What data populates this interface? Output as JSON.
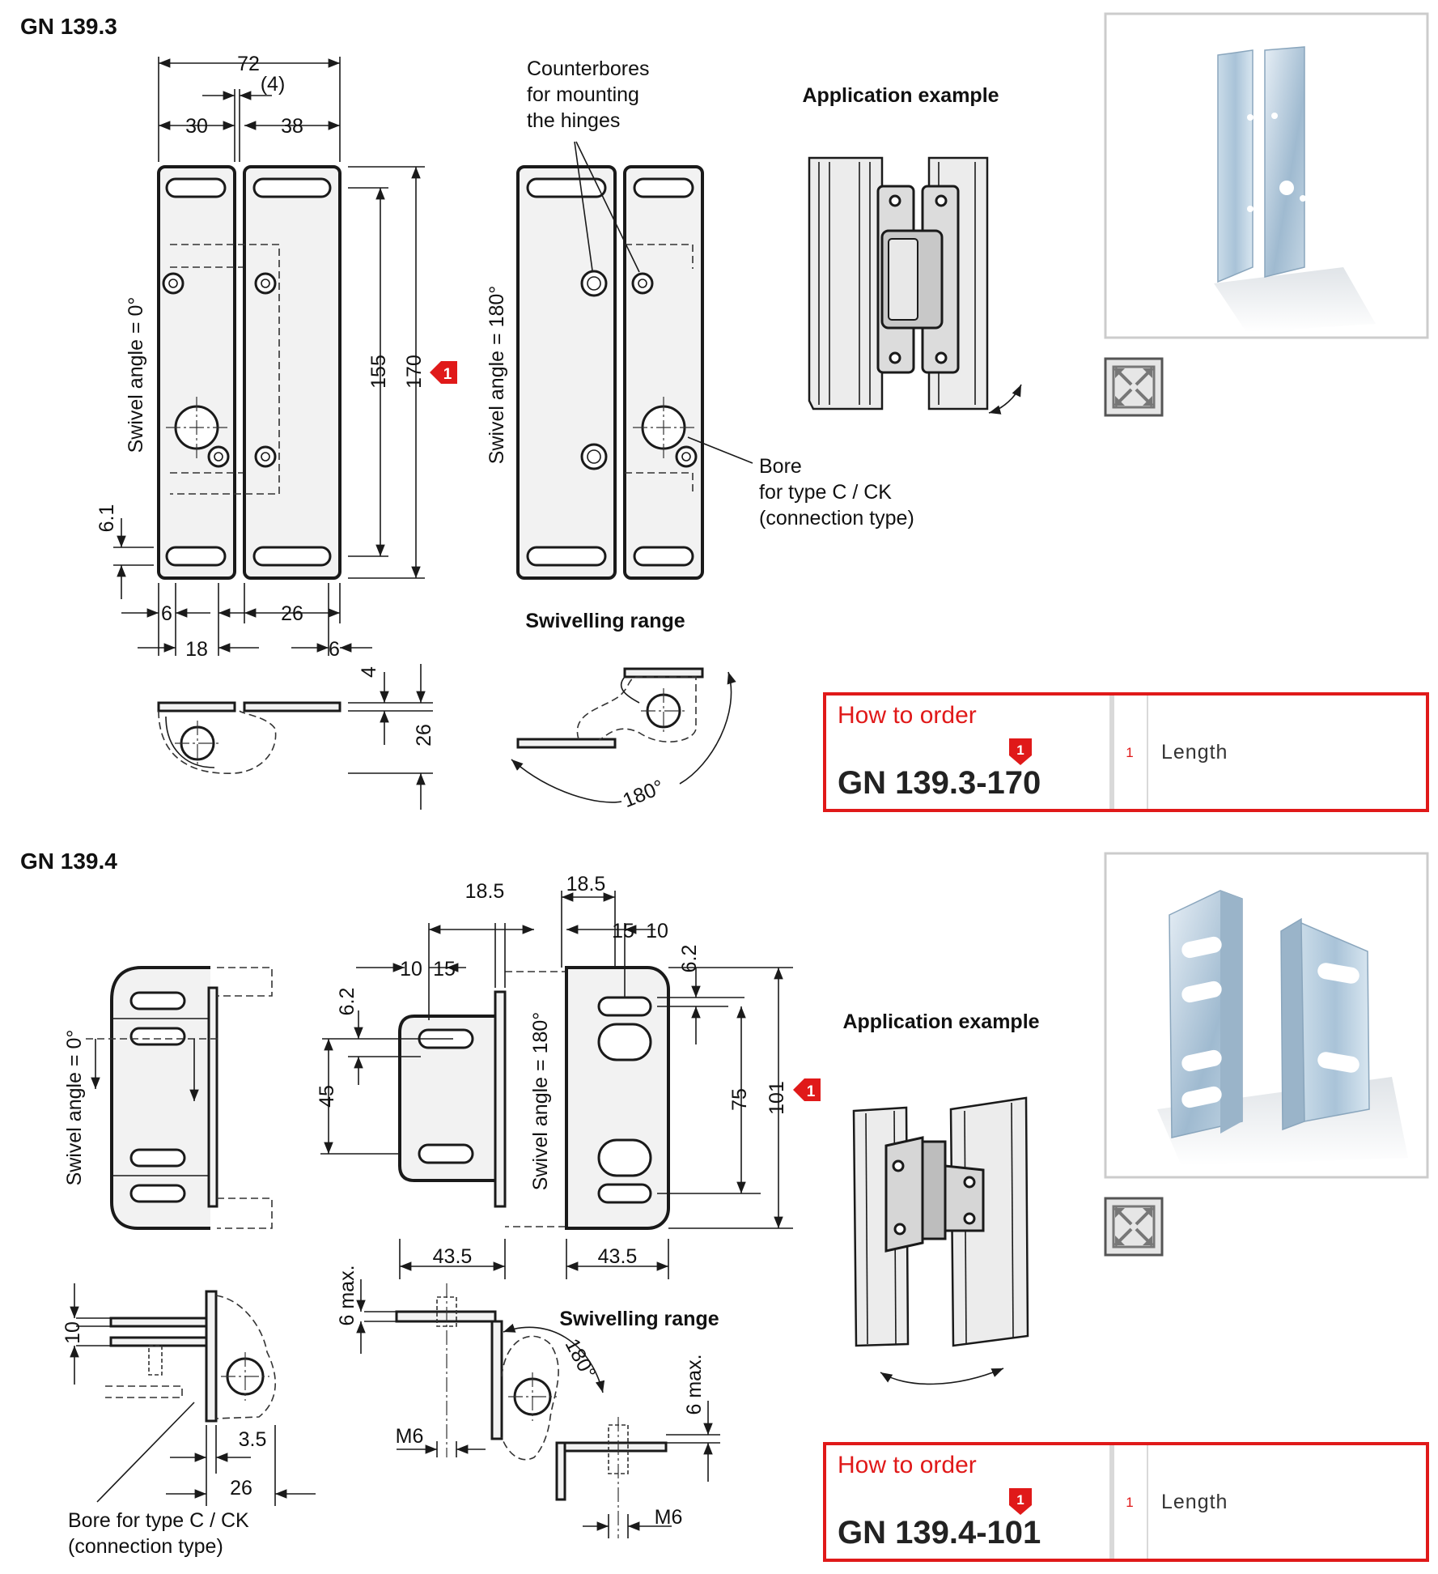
{
  "sections": [
    {
      "title": "GN 139.3",
      "drawing_labels": {
        "swivel0": "Swivel angle = 0°",
        "swivel180": "Swivel angle = 180°",
        "counterbores": [
          "Counterbores",
          "for mounting",
          "the hinges"
        ],
        "bore": [
          "Bore",
          "for type C / CK",
          "(connection type)"
        ],
        "swivelling_range": "Swivelling range",
        "application_example": "Application example",
        "range_angle": "180°"
      },
      "dimensions": [
        "72",
        "(4)",
        "30",
        "38",
        "155",
        "170",
        "6.1",
        "6",
        "26",
        "18",
        "6",
        "4",
        "26"
      ],
      "marker": "1",
      "order": {
        "heading": "How to order",
        "marker": "1",
        "code": "GN 139.3-170",
        "key_num": "1",
        "key_label": "Length"
      }
    },
    {
      "title": "GN 139.4",
      "drawing_labels": {
        "swivel0": "Swivel angle = 0°",
        "swivel180": "Swivel angle = 180°",
        "bore": [
          "Bore for type C / CK",
          "(connection type)"
        ],
        "swivelling_range": "Swivelling range",
        "application_example": "Application example",
        "range_angle": "180°",
        "max1": "6 max.",
        "max2": "6 max."
      },
      "dimensions": [
        "18.5",
        "18.5",
        "15",
        "10",
        "10",
        "15",
        "6.2",
        "6.2",
        "45",
        "75",
        "101",
        "43.5",
        "43.5",
        "10",
        "3.5",
        "26",
        "M6",
        "M6"
      ],
      "marker": "1",
      "order": {
        "heading": "How to order",
        "marker": "1",
        "code": "GN 139.4-101",
        "key_num": "1",
        "key_label": "Length"
      }
    }
  ],
  "colors": {
    "accent_red": "#e01919",
    "line": "#1a1a1a",
    "part_fill": "#f2f2f2",
    "photo_border": "#cccccc"
  },
  "icons": [
    "expand-icon",
    "expand-icon"
  ]
}
